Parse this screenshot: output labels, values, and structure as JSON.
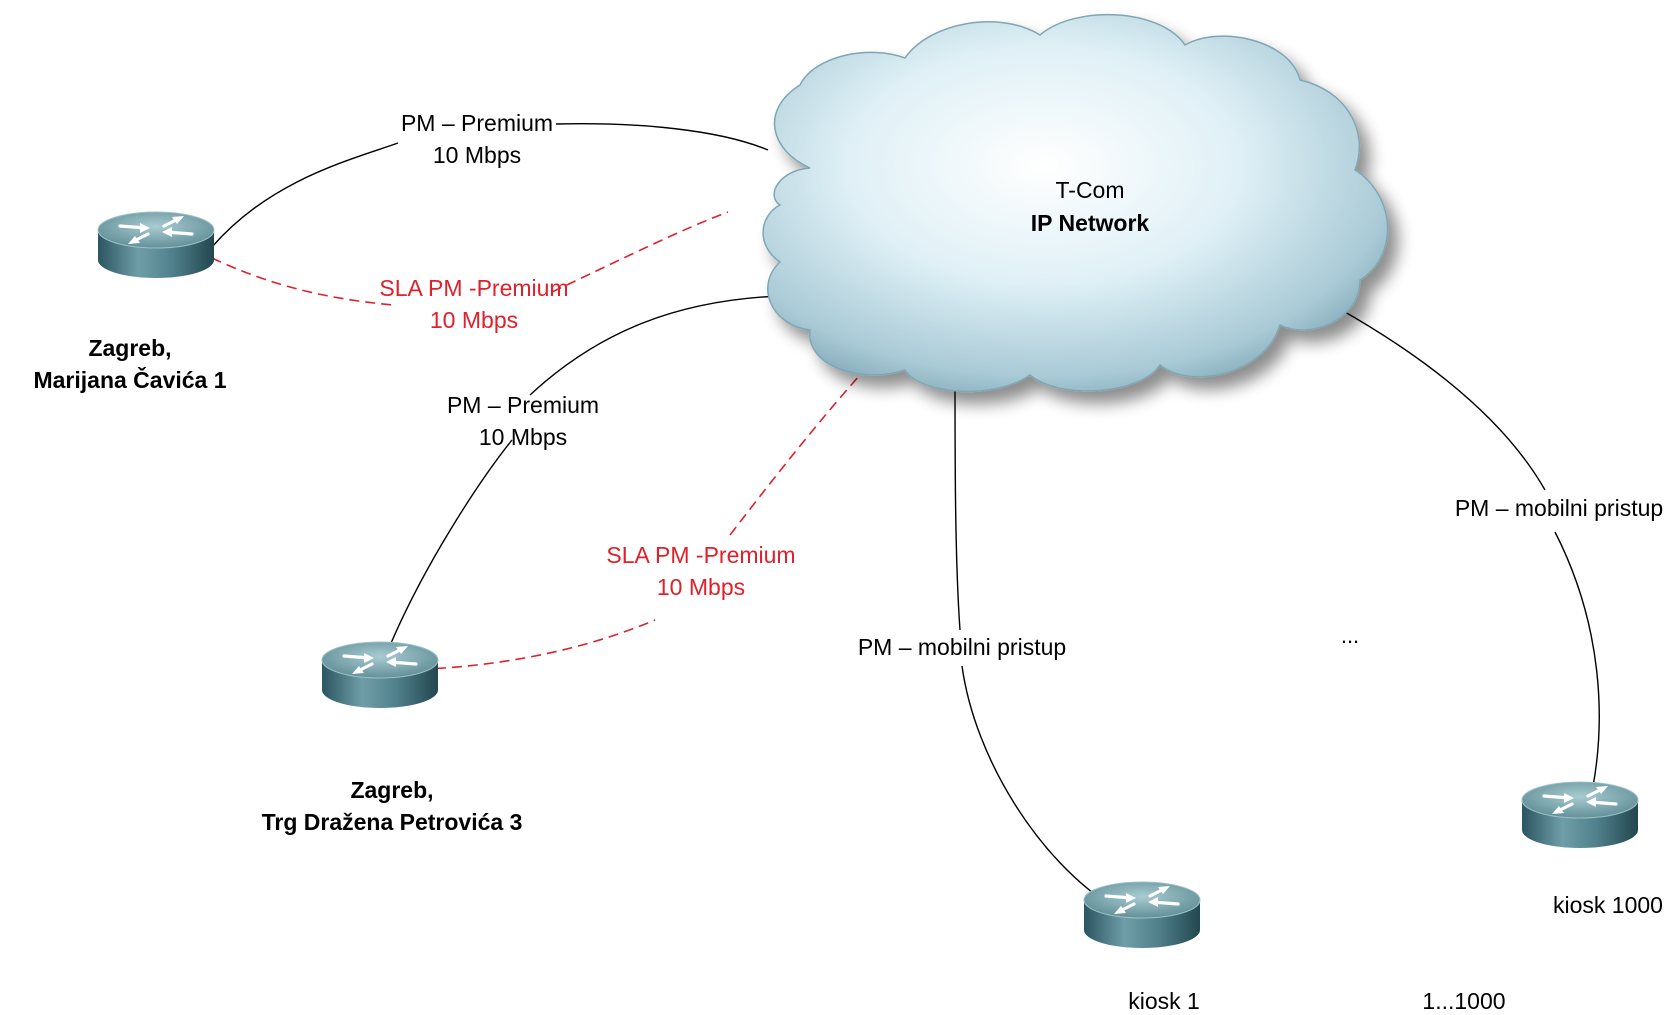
{
  "network": {
    "name_line1": "T-Com",
    "name_line2": "IP Network"
  },
  "sites": {
    "site1": {
      "line1": "Zagreb,",
      "line2": "Marijana Čavića 1"
    },
    "site2": {
      "line1": "Zagreb,",
      "line2": "Trg Dražena Petrovića 3"
    }
  },
  "links": {
    "premium1": {
      "line1": "PM – Premium",
      "line2": "10 Mbps"
    },
    "sla1": {
      "line1": "SLA PM -Premium",
      "line2": "10 Mbps"
    },
    "premium2": {
      "line1": "PM – Premium",
      "line2": "10 Mbps"
    },
    "sla2": {
      "line1": "SLA PM -Premium",
      "line2": "10 Mbps"
    },
    "mobile1": "PM – mobilni pristup",
    "mobile1000": "PM – mobilni pristup"
  },
  "kiosks": {
    "kiosk1": "kiosk 1",
    "kiosk1000": "kiosk 1000",
    "ellipsis": "...",
    "range": "1...1000"
  },
  "icons": {
    "router": "router-icon",
    "cloud": "cloud-icon"
  },
  "colors": {
    "link": "#000000",
    "sla": "#e0202a",
    "router_top": "#6c9aa2",
    "router_side": "#2f5c66",
    "cloud_fill": "#d7ecf3",
    "cloud_edge": "#7fa6b2"
  }
}
